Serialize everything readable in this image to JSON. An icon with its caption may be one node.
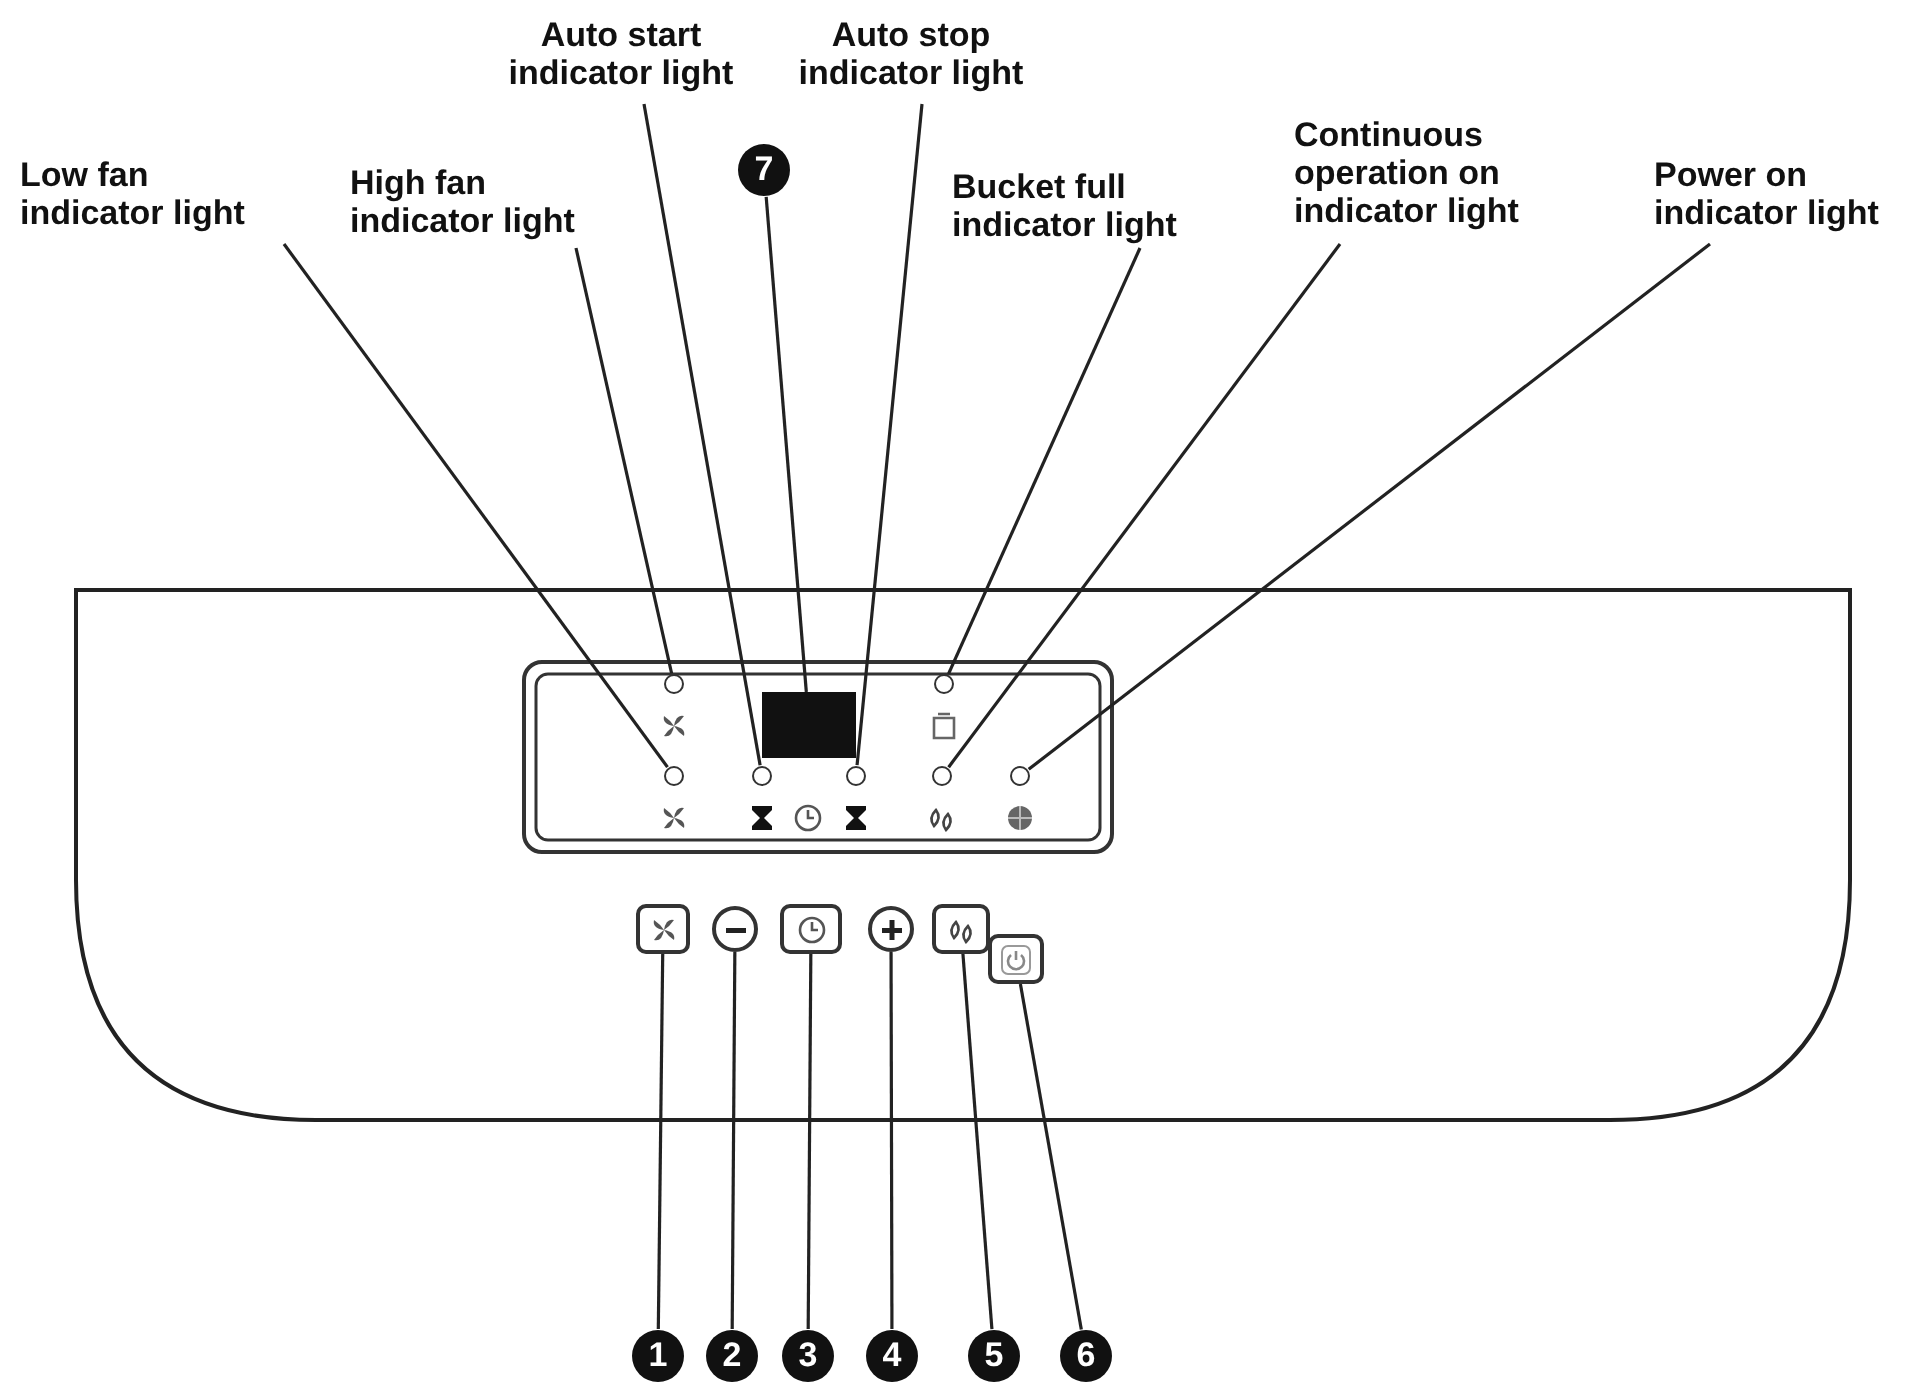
{
  "diagram": {
    "nodes": [
      {
        "text": [
          "Low fan indicator light"
        ]
      },
      {
        "text": [
          "High fan indicator light"
        ]
      },
      {
        "text": [
          "Auto start indicator light"
        ]
      },
      {
        "text": [
          "Auto stop indicator light"
        ]
      },
      {
        "text": [
          "Bucket full indicator light"
        ]
      },
      {
        "text": [
          "Continuous operation on indicator light"
        ]
      },
      {
        "text": [
          "Power on indicator light"
        ]
      },
      {
        "text": [
          "7"
        ]
      },
      {
        "text": [],
        "shape": "circle"
      },
      {
        "text": [],
        "shape": "circle"
      },
      {
        "text": [],
        "shape": "circle"
      },
      {
        "text": [],
        "shape": "circle"
      },
      {
        "text": [],
        "shape": "circle"
      },
      {
        "text": [],
        "shape": "circle"
      },
      {
        "text": [],
        "shape": "circle"
      },
      {
        "text": [],
        "shape": "box"
      },
      {
        "text": [],
        "shape": "box"
      },
      {
        "text": [],
        "shape": "circle"
      },
      {
        "text": [],
        "shape": "box"
      },
      {
        "text": [],
        "shape": "circle"
      },
      {
        "text": [],
        "shape": "box"
      },
      {
        "text": [],
        "shape": "box"
      },
      {
        "text": [
          "1"
        ]
      },
      {
        "text": [
          "2"
        ]
      },
      {
        "text": [
          "3"
        ]
      },
      {
        "text": [
          "4"
        ]
      },
      {
        "text": [
          "5"
        ]
      },
      {
        "text": [
          "6"
        ]
      }
    ],
    "edges": [
      {
        "from": 0,
        "to": 8,
        "arrow": "none"
      },
      {
        "from": 1,
        "to": 9,
        "arrow": "none"
      },
      {
        "from": 2,
        "to": 10,
        "arrow": "none"
      },
      {
        "from": 7,
        "to": 15,
        "arrow": "none"
      },
      {
        "from": 3,
        "to": 11,
        "arrow": "none"
      },
      {
        "from": 4,
        "to": 12,
        "arrow": "none"
      },
      {
        "from": 5,
        "to": 13,
        "arrow": "none"
      },
      {
        "from": 6,
        "to": 14,
        "arrow": "none"
      },
      {
        "from": 22,
        "to": 16,
        "arrow": "none"
      },
      {
        "from": 23,
        "to": 17,
        "arrow": "none"
      },
      {
        "from": 24,
        "to": 18,
        "arrow": "none"
      },
      {
        "from": 25,
        "to": 19,
        "arrow": "none"
      },
      {
        "from": 26,
        "to": 20,
        "arrow": "none"
      },
      {
        "from": 27,
        "to": 21,
        "arrow": "none"
      }
    ]
  }
}
